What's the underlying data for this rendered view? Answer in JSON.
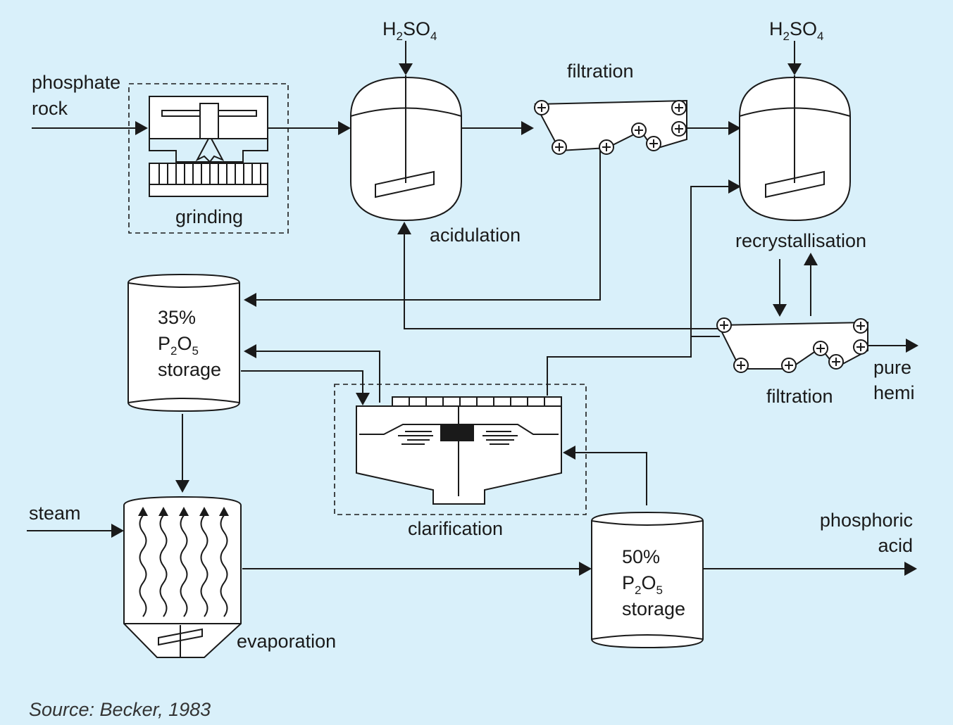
{
  "labels": {
    "phosphate_rock_1": "phosphate",
    "phosphate_rock_2": "rock",
    "grinding": "grinding",
    "acidulation": "acidulation",
    "filtration_top": "filtration",
    "recrystallisation": "recrystallisation",
    "filtration_bottom": "filtration",
    "pure_hemi_1": "pure",
    "pure_hemi_2": "hemi",
    "clarification": "clarification",
    "steam": "steam",
    "evaporation": "evaporation",
    "phosphoric_acid_1": "phosphoric",
    "phosphoric_acid_2": "acid",
    "storage35_pct": "35%",
    "storage35_word": "storage",
    "storage50_pct": "50%",
    "storage50_word": "storage"
  },
  "formula": {
    "h": "H",
    "two": "2",
    "so": "SO",
    "four": "4",
    "p": "P",
    "o": "O",
    "five": "5"
  },
  "source": "Source: Becker, 1983",
  "colors": {
    "background": "#d9f0fa",
    "stroke": "#1a1a1a",
    "equipment": "#ffffff"
  }
}
